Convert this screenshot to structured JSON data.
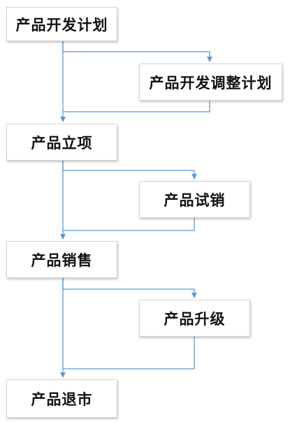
{
  "nodes": [
    {
      "id": "b1",
      "label": "产品开发计划"
    },
    {
      "id": "b2",
      "label": "产品开发调整计划"
    },
    {
      "id": "b3",
      "label": "产品立项"
    },
    {
      "id": "b4",
      "label": "产品试销"
    },
    {
      "id": "b5",
      "label": "产品销售"
    },
    {
      "id": "b6",
      "label": "产品升级"
    },
    {
      "id": "b7",
      "label": "产品退市"
    }
  ],
  "colors": {
    "connector": "#5b9bd5",
    "box_border": "#d4d4d4"
  }
}
